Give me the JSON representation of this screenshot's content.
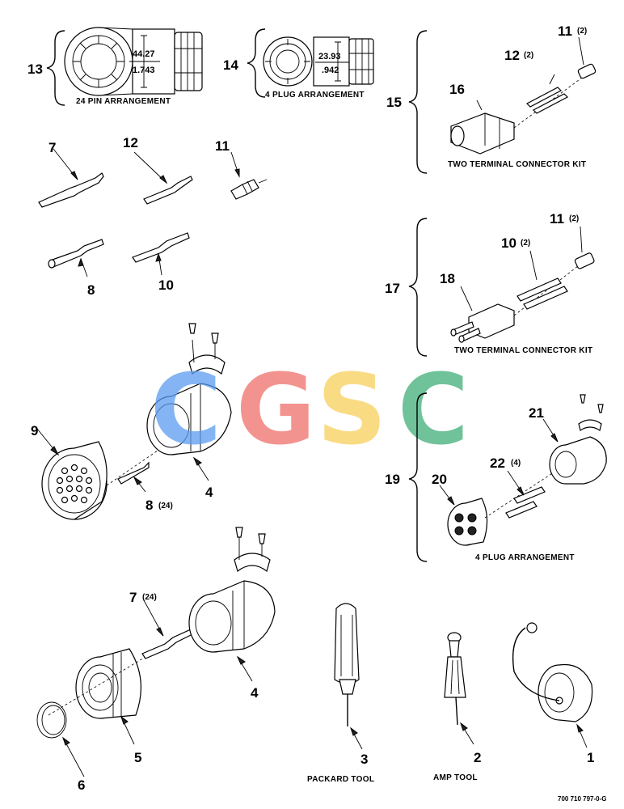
{
  "callouts": {
    "c1": "1",
    "c2": "2",
    "c3": "3",
    "c4a": "4",
    "c4b": "4",
    "c5": "5",
    "c6": "6",
    "c7": "7",
    "c7b": "7",
    "c8": "8",
    "c8b": "8",
    "c9": "9",
    "c10": "10",
    "c10b": "10",
    "c11": "11",
    "c11b": "11",
    "c11c": "11",
    "c12": "12",
    "c12b": "12",
    "c13": "13",
    "c14": "14",
    "c15": "15",
    "c16": "16",
    "c17": "17",
    "c18": "18",
    "c19": "19",
    "c20": "20",
    "c21": "21",
    "c22": "22"
  },
  "quantities": {
    "q11a": "(2)",
    "q12": "(2)",
    "q10": "(2)",
    "q11b": "(2)",
    "q8": "(24)",
    "q7": "(24)",
    "q22": "(4)"
  },
  "dimensions": {
    "d24_top": "44.27",
    "d24_bot": "1.743",
    "d4_top": "23.93",
    "d4_bot": ".942"
  },
  "captions": {
    "pin24": "24 PIN ARRANGEMENT",
    "plug4_top": "4 PLUG ARRANGEMENT",
    "kit15": "TWO TERMINAL CONNECTOR KIT",
    "kit17": "TWO TERMINAL CONNECTOR KIT",
    "plug4_bot": "4 PLUG ARRANGEMENT",
    "packard": "PACKARD TOOL",
    "amp": "AMP TOOL"
  },
  "figure_id": "700 710 797-0-G",
  "watermark": {
    "text": "CGSC",
    "letters": [
      "C",
      "G",
      "S",
      "C"
    ],
    "colors": [
      "#5b9bf0",
      "#ef6f6c",
      "#f7cf5c",
      "#3fae78"
    ]
  }
}
